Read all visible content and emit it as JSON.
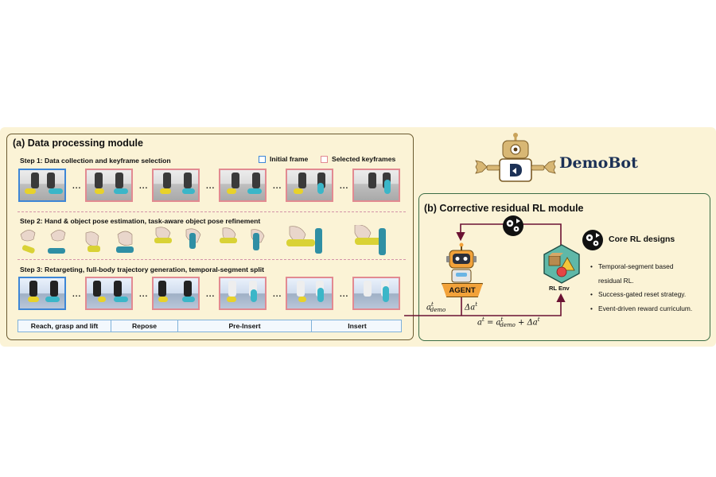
{
  "panel_a": {
    "title": "(a) Data processing module",
    "legend": {
      "initial_label": "Initial frame",
      "initial_color": "#3d86d6",
      "selected_label": "Selected keyframes",
      "selected_color": "#e28a91"
    },
    "step1": "Step 1: Data collection and keyframe selection",
    "step2": "Step 2: Hand & object pose estimation, task-aware object pose refinement",
    "step3": "Step 3: Retargeting, full-body trajectory generation, temporal-segment split",
    "ellipsis": "...",
    "segments": [
      "Reach, grasp and lift",
      "Repose",
      "Pre-Insert",
      "Insert"
    ]
  },
  "brand": {
    "name": "DemoBot",
    "color": "#1c3156"
  },
  "panel_b": {
    "title": "(b) Corrective residual RL module",
    "agent_label": "AGENT",
    "env_label": "RL Env",
    "core_title": "Core RL designs",
    "core_items": [
      "Temporal-segment based",
      "residual RL.",
      "Success-gated reset strategy.",
      "Event-driven reward curriculum."
    ],
    "math": {
      "a": "a",
      "t": "t",
      "demo": "demo",
      "delta": "Δa",
      "eq_mid": " = ",
      "eq_plus": " + Δa"
    },
    "arrow_color": "#6b1233",
    "accent_orange": "#f2a23a"
  }
}
